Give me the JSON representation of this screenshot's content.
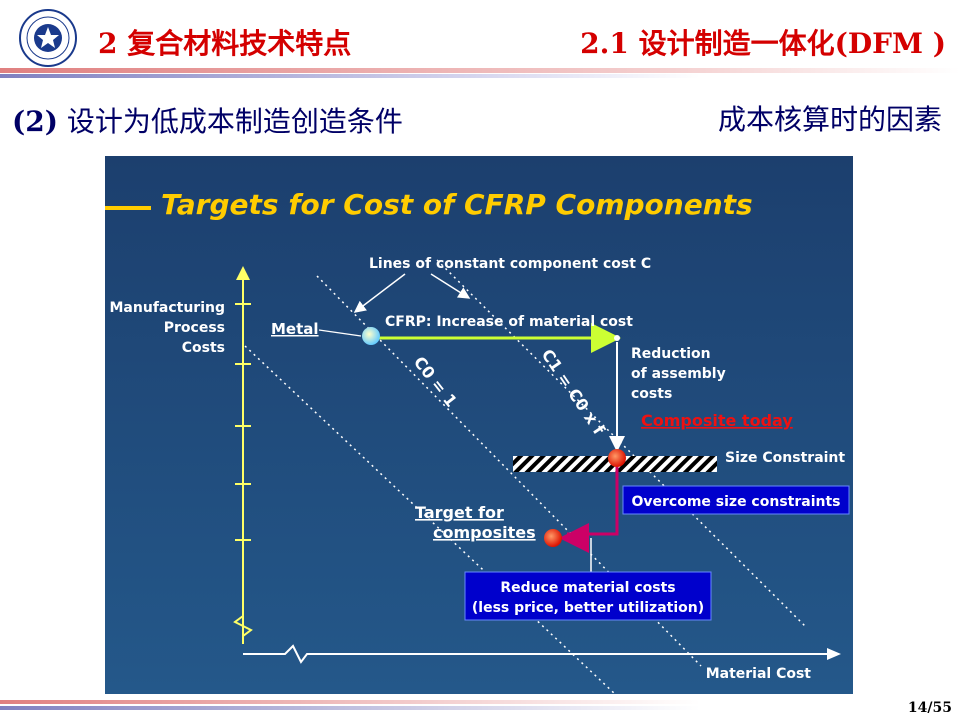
{
  "header": {
    "section_title": "2 复合材料技术特点",
    "topic_title": "2.1 设计制造一体化(DFM )"
  },
  "subheader": {
    "number": "(2)",
    "title": "设计为低成本制造创造条件",
    "right_label": "成本核算时的因素"
  },
  "figure": {
    "title": "Targets for Cost of CFRP Components",
    "y_axis_label": [
      "Manufacturing",
      "Process",
      "Costs"
    ],
    "x_axis_label": "Material Cost",
    "lines_label": "Lines of constant component cost C",
    "line_c0": "C0 = 1",
    "line_c1": "C1 = C0 x f",
    "metal_label": "Metal",
    "cfrp_label": "CFRP: Increase of material cost",
    "reduction_label": [
      "Reduction",
      "of assembly",
      "costs"
    ],
    "composite_today_label": "Composite today",
    "size_constraint_label": "Size Constraint",
    "overcome_box": "Overcome size constraints",
    "target_label": [
      "Target for",
      "composites"
    ],
    "reduce_box": [
      "Reduce material costs",
      "(less price, better utilization)"
    ]
  },
  "colors": {
    "header_red": "#d40000",
    "subheader_navy": "#000066",
    "slide_bg": "#1f4e7d",
    "axis_yellow": "#ffff66",
    "title_orange": "#ffcc00",
    "arrow_green": "#ccff33",
    "arrow_magenta": "#cc0066",
    "box_blue": "#0000cc"
  },
  "footer": {
    "page": "14/55"
  }
}
